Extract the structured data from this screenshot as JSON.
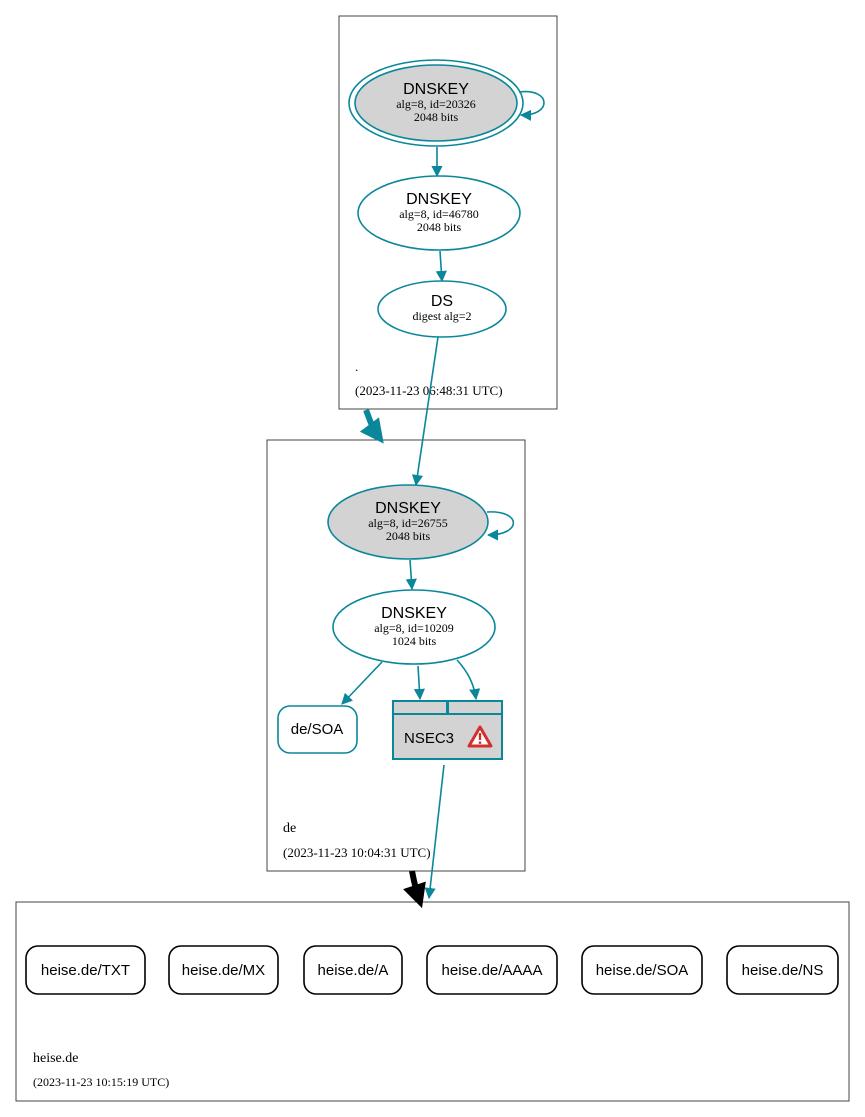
{
  "colors": {
    "edge": "#0a879a",
    "node_fill_ksk": "#d3d3d3",
    "node_fill": "#ffffff",
    "cluster_border": "#444444",
    "delegation_secure": "#0a879a",
    "delegation_insecure": "#000000",
    "warning": "#d32f2f"
  },
  "zones": {
    "root": {
      "name": ".",
      "timestamp": "(2023-11-23 06:48:31 UTC)"
    },
    "de": {
      "name": "de",
      "timestamp": "(2023-11-23 10:04:31 UTC)"
    },
    "heise": {
      "name": "heise.de",
      "timestamp": "(2023-11-23 10:15:19 UTC)"
    }
  },
  "nodes": {
    "root_ksk": {
      "title": "DNSKEY",
      "line1": "alg=8, id=20326",
      "line2": "2048 bits"
    },
    "root_zsk": {
      "title": "DNSKEY",
      "line1": "alg=8, id=46780",
      "line2": "2048 bits"
    },
    "root_ds": {
      "title": "DS",
      "line1": "digest alg=2"
    },
    "de_ksk": {
      "title": "DNSKEY",
      "line1": "alg=8, id=26755",
      "line2": "2048 bits"
    },
    "de_zsk": {
      "title": "DNSKEY",
      "line1": "alg=8, id=10209",
      "line2": "1024 bits"
    },
    "de_soa": {
      "label": "de/SOA"
    },
    "de_nsec3": {
      "label": "NSEC3",
      "warning_icon": "warning-triangle-icon"
    }
  },
  "records": [
    {
      "label": "heise.de/TXT"
    },
    {
      "label": "heise.de/MX"
    },
    {
      "label": "heise.de/A"
    },
    {
      "label": "heise.de/AAAA"
    },
    {
      "label": "heise.de/SOA"
    },
    {
      "label": "heise.de/NS"
    }
  ]
}
